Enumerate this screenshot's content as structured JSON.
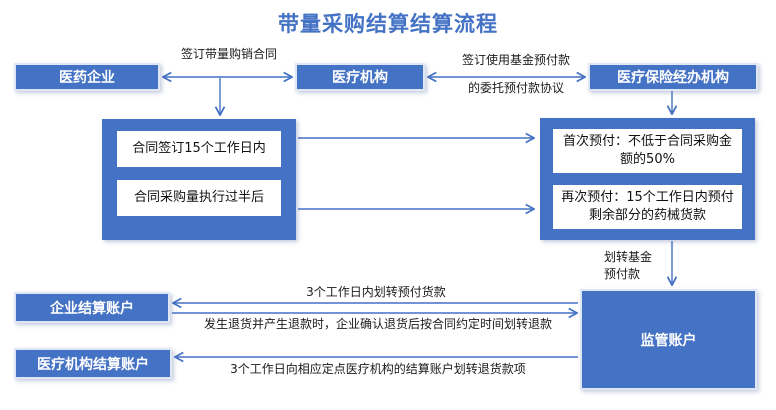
{
  "title": "带量采购结算结算流程",
  "colors": {
    "node_fill": "#4472C4",
    "node_text": "#ffffff",
    "arrow": "#4472C4",
    "title": "#4472C4",
    "inner_box_bg": "#ffffff",
    "inner_box_text": "#111111",
    "label_text": "#1a1a1a"
  },
  "nodes": {
    "pharma": "医药企业",
    "hospital": "医疗机构",
    "insurance": "医疗保险经办机构",
    "left_group_row1": "合同签订15个工作日内",
    "left_group_row2": "合同采购量执行过半后",
    "right_group_row1": "首次预付：不低于合同采购金额的50%",
    "right_group_row2": "再次预付：15个工作日内预付剩余部分的药械货款",
    "enterprise_account": "企业结算账户",
    "hospital_account": "医疗机构结算账户",
    "supervision_account": "监管账户"
  },
  "edges": {
    "sign_contract": "签订带量购销合同",
    "sign_agreement_line1": "签订使用基金预付款",
    "sign_agreement_line2": "的委托预付款协议",
    "transfer_fund_line1": "划转基金",
    "transfer_fund_line2": "预付款",
    "transfer_prepayment": "3个工作日内划转预付货款",
    "refund_to_supervision": "发生退货并产生退款时，企业确认退货后按合同约定时间划转退款",
    "refund_to_hospital": "3个工作日向相应定点医疗机构的结算账户划转退货款项"
  }
}
